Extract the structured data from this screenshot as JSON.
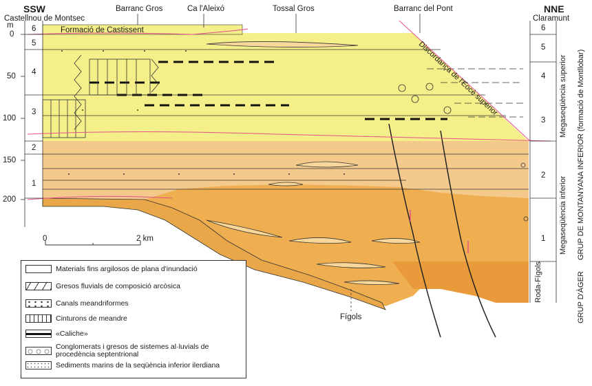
{
  "orientation": {
    "left": "SSW",
    "right": "NNE"
  },
  "locations": [
    "Castellnou de Montsec",
    "Barranc Gros",
    "Ca l'Aleixó",
    "Tossal Gros",
    "Barranc del Pont",
    "Claramunt",
    "Fígols"
  ],
  "depth_axis": {
    "unit": "m",
    "ticks": [
      "0",
      "50",
      "100",
      "150",
      "200"
    ]
  },
  "left_units": [
    "6",
    "5",
    "4",
    "3",
    "2",
    "1"
  ],
  "right_units": [
    "6",
    "5",
    "4",
    "3",
    "2",
    "1"
  ],
  "formation_label": "Formació de Castissent",
  "unconformity_label": "Discordança de l'Eocè superior",
  "scale_bar": {
    "start": "0",
    "end": "2 km"
  },
  "right_labels": {
    "mega_sup": "Megaseqüència superior",
    "mega_inf": "Megaseqüència inferior",
    "roda": "Roda-Fígols",
    "montanyana": "GRUP DE MONTANYANA INFERIOR (formació de Montllobar)",
    "ager": "GRUP D'ÀGER"
  },
  "legend": [
    {
      "icon": "plain-box-icon",
      "text": "Materials fins argilosos de plana d'inundació"
    },
    {
      "icon": "dashes-box-icon",
      "text": "Gresos fluvials de composició arcòsica"
    },
    {
      "icon": "dots-box-icon",
      "text": "Canals meandriformes"
    },
    {
      "icon": "vertical-lines-box-icon",
      "text": "Cinturons de meandre"
    },
    {
      "icon": "caliche-box-icon",
      "text": "«Caliche»"
    },
    {
      "icon": "circles-box-icon",
      "text": "Conglomerats i gresos de sistemes al·luvials de procedència septentrional"
    },
    {
      "icon": "stipple-box-icon",
      "text": "Sediments marins de la seqüència inferior ilerdiana"
    }
  ],
  "colors": {
    "upper_yellow": "#f5ef8a",
    "mid_tan": "#f4c98c",
    "lower_orange": "#efae50",
    "deep_orange": "#e99a3a",
    "unconformity_pink": "#e8508a"
  }
}
